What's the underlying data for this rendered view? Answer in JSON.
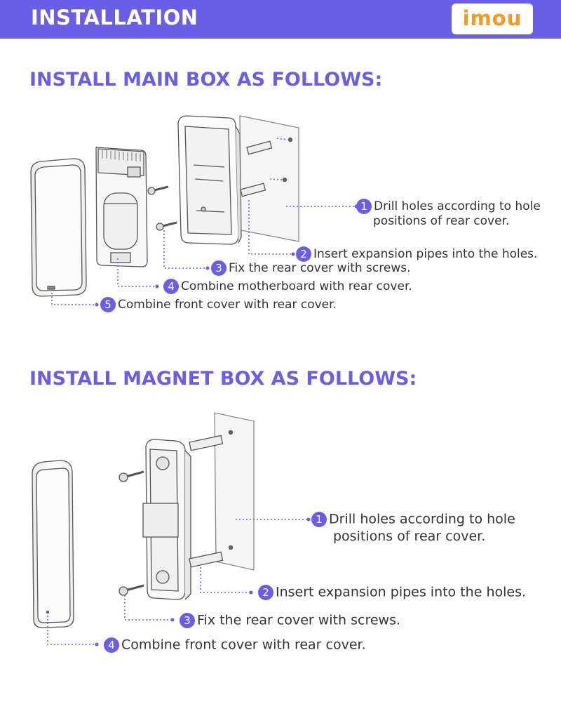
{
  "header": {
    "title": "INSTALLATION",
    "chevron": "›",
    "logo": "imou"
  },
  "colors": {
    "accent": "#6a5ee6",
    "logo": "#f39a23"
  },
  "main_box": {
    "title": "INSTALL MAIN BOX AS FOLLOWS:",
    "steps": [
      {
        "num": "1",
        "text": "Drill holes according to hole",
        "text2": "positions of rear cover."
      },
      {
        "num": "2",
        "text": "Insert expansion pipes into the holes."
      },
      {
        "num": "3",
        "text": "Fix the rear cover with screws."
      },
      {
        "num": "4",
        "text": "Combine motherboard with rear cover."
      },
      {
        "num": "5",
        "text": "Combine front cover with rear cover."
      }
    ]
  },
  "magnet_box": {
    "title": "INSTALL MAGNET BOX AS FOLLOWS:",
    "steps": [
      {
        "num": "1",
        "text": "Drill holes according to hole",
        "text2": "positions of rear cover."
      },
      {
        "num": "2",
        "text": "Insert expansion pipes into the holes."
      },
      {
        "num": "3",
        "text": "Fix the rear cover with screws."
      },
      {
        "num": "4",
        "text": "Combine front cover with rear cover."
      }
    ]
  }
}
